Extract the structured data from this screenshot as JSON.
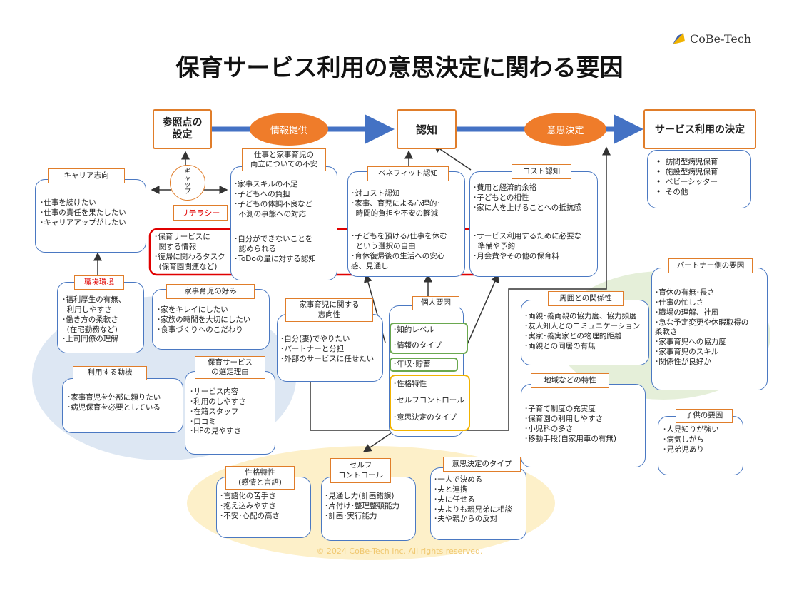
{
  "logo": {
    "text": "CoBe-Tech"
  },
  "title": "保育サービス利用の意思決定に関わる要因",
  "footer": "© 2024 CoBe-Tech Inc. All rights reserved.",
  "flow": {
    "reference_point": "参照点の\n設定",
    "info_provision": "情報提供",
    "recognition": "認知",
    "decision_making": "意思決定",
    "service_decision": "サービス利用の決定"
  },
  "gap_label": "ギ\nャ\nッ\nプ",
  "literacy_label": "リテラシー",
  "service_types": [
    "訪問型病児保育",
    "施設型病児保育",
    "ベビーシッター",
    "その他"
  ],
  "career": {
    "label": "キャリア志向",
    "items": [
      "･仕事を続けたい",
      "･仕事の責任を果たしたい",
      "･キャリアアップがしたい"
    ]
  },
  "workplace": {
    "label": "職場環境",
    "items": [
      "･福利厚生の有無、\n  利用しやすさ",
      "･働き方の柔軟さ\n  (在宅勤務など)",
      "･上司同僚の理解"
    ]
  },
  "motivation": {
    "label": "利用する動機",
    "items": [
      "･家事育児を外部に頼りたい",
      "･病児保育を必要としている"
    ]
  },
  "housework_pref": {
    "label": "家事育児の好み",
    "items": [
      "･家をキレイにしたい",
      "･家族の時間を大切にしたい",
      "･食事づくりへのこだわり"
    ]
  },
  "selection_reason": {
    "label": "保育サービス\nの選定理由",
    "items": [
      "･サービス内容",
      "･利用のしやすさ",
      "･在籍スタッフ",
      "･口コミ",
      "･HPの見やすさ"
    ]
  },
  "anxiety": {
    "label": "仕事と家事育児の\n両立についての不安",
    "items_top": [
      "･家事スキルの不足",
      "･子どもへの負担",
      "･子どもの体調不良など\n  不測の事態への対応"
    ],
    "items_bottom": [
      "･自分ができないことを\n  認められる",
      "･ToDoの量に対する認知"
    ]
  },
  "literacy_items": [
    "･保育サービスに\n  関する情報",
    "･復帰に関わるタスク\n  (保育園関連など)"
  ],
  "benefit": {
    "label": "ベネフィット認知",
    "items_top": [
      "･対コスト認知",
      "･家事、育児による心理的･\n  時間的負担や不安の軽減"
    ],
    "items_bottom": [
      "･子どもを預ける/仕事を休む\n  という選択の自由",
      "･育休復帰後の生活への安心\n感、見通し"
    ]
  },
  "cost": {
    "label": "コスト認知",
    "items_top": [
      "･費用と経済的余裕",
      "･子どもとの相性",
      "･家に人を上げることへの抵抗感"
    ],
    "items_bottom": [
      "･サービス利用するために必要な\n  準備や予約",
      "･月会費やその他の保育料"
    ]
  },
  "orientation": {
    "label": "家事育児に関する\n志向性",
    "items": [
      "･自分(妻)でやりたい",
      "･パートナーと分担",
      "･外部のサービスに任せたい"
    ]
  },
  "personal": {
    "label": "個人要因",
    "knowledge": "･知的レベル",
    "info_type": "･情報のタイプ",
    "income": "･年収･貯蓄",
    "personality": "･性格特性",
    "self_control": "･セルフコントロール",
    "decision_type": "･意思決定のタイプ"
  },
  "surroundings": {
    "label": "周囲との関係性",
    "items": [
      "･両親･義両親の協力度、協力頻度",
      "･友人知人とのコミュニケーション",
      "･実家･義実家との物理的距離",
      "･両親との同居の有無"
    ]
  },
  "region": {
    "label": "地域などの特性",
    "items": [
      "･子育て制度の充実度",
      "･保育園の利用しやすさ",
      "･小児科の多さ",
      "･移動手段(自家用車の有無)"
    ]
  },
  "partner": {
    "label": "パートナー側の要因",
    "items": [
      "･育休の有無･長さ",
      "･仕事の忙しさ",
      "･職場の理解、社風",
      "･急な予定変更や休暇取得の\n柔軟さ",
      "･家事育児への協力度",
      "･家事育児のスキル",
      "･関係性が良好か"
    ]
  },
  "child": {
    "label": "子供の要因",
    "items": [
      "･人見知りが強い",
      "･病気しがち",
      "･兄弟児あり"
    ]
  },
  "personality_traits": {
    "label": "性格特性\n(感情と言語)",
    "items": [
      "･言語化の苦手さ",
      "･抱え込みやすさ",
      "･不安･心配の高さ"
    ]
  },
  "self_control_box": {
    "label": "セルフ\nコントロール",
    "items": [
      "･見通し力(計画錯誤)",
      "･片付け･整理整頓能力",
      "･計画･実行能力"
    ]
  },
  "decision_type_box": {
    "label": "意思決定のタイプ",
    "items": [
      "･一人で決める",
      "･夫と連携",
      "･夫に任せる",
      "･夫よりも親兄弟に相談",
      "･夫や親からの反対"
    ]
  },
  "colors": {
    "accent_orange": "#ef7c2a",
    "box_border": "#4a78c2",
    "highlight_red": "#e00000",
    "flow_blue": "#4472c4",
    "green": "#6aa84f",
    "yellow": "#f1b300"
  }
}
